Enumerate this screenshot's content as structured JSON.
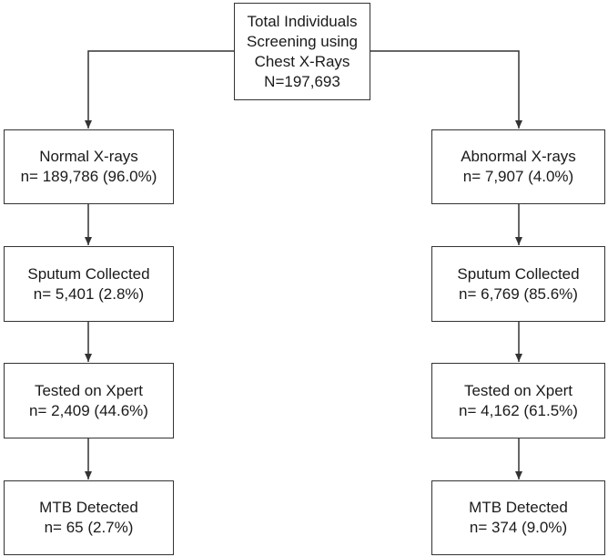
{
  "root": {
    "line1": "Total Individuals",
    "line2": "Screening using",
    "line3": "Chest X-Rays",
    "line4": "N=197,693"
  },
  "left": [
    {
      "label": "Normal X-rays",
      "count": "n= 189,786 (96.0%)"
    },
    {
      "label": "Sputum Collected",
      "count": "n= 5,401 (2.8%)"
    },
    {
      "label": "Tested on Xpert",
      "count": "n= 2,409 (44.6%)"
    },
    {
      "label": "MTB Detected",
      "count": "n= 65 (2.7%)"
    }
  ],
  "right": [
    {
      "label": "Abnormal X-rays",
      "count": "n= 7,907 (4.0%)"
    },
    {
      "label": "Sputum Collected",
      "count": "n= 6,769 (85.6%)"
    },
    {
      "label": "Tested on Xpert",
      "count": "n= 4,162 (61.5%)"
    },
    {
      "label": "MTB Detected",
      "count": "n= 374 (9.0%)"
    }
  ],
  "colors": {
    "line": "#333333",
    "box_border": "#333333",
    "text": "#1a1a1a"
  }
}
